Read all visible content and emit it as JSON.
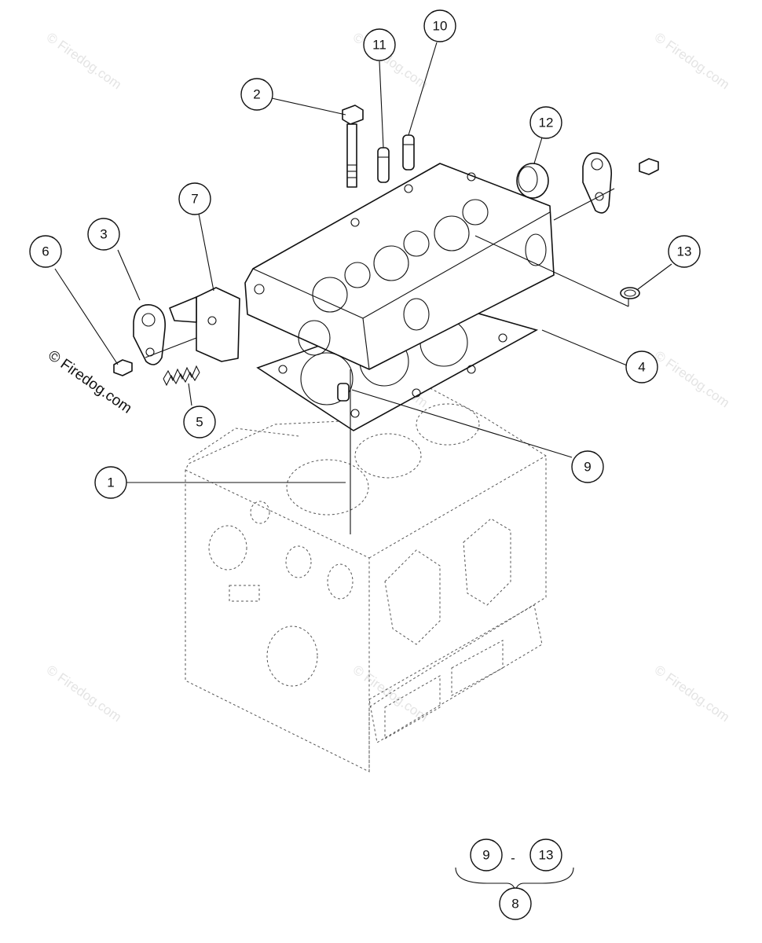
{
  "watermarks": {
    "text": "© Firedog.com",
    "main_text": "© Firedog.com"
  },
  "callouts": [
    {
      "id": "c1",
      "label": "1"
    },
    {
      "id": "c2",
      "label": "2"
    },
    {
      "id": "c3",
      "label": "3"
    },
    {
      "id": "c4",
      "label": "4"
    },
    {
      "id": "c5",
      "label": "5"
    },
    {
      "id": "c6",
      "label": "6"
    },
    {
      "id": "c7",
      "label": "7"
    },
    {
      "id": "c8",
      "label": "8"
    },
    {
      "id": "c9",
      "label": "9"
    },
    {
      "id": "c10",
      "label": "10"
    },
    {
      "id": "c11",
      "label": "11"
    },
    {
      "id": "c12",
      "label": "12"
    },
    {
      "id": "c13",
      "label": "13"
    }
  ],
  "kit_group": {
    "from_label": "9",
    "separator": "-",
    "to_label": "13",
    "kit_label": "8"
  }
}
